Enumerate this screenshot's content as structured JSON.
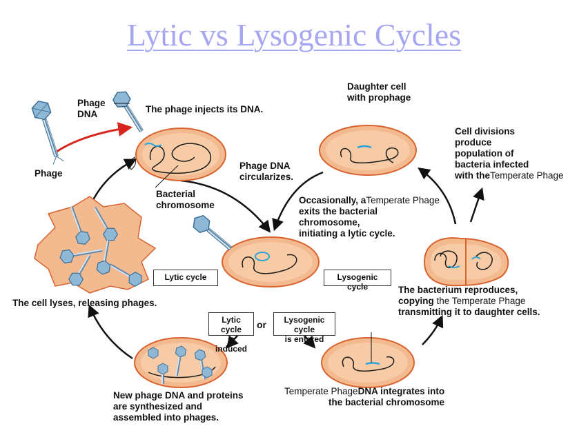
{
  "title": "Lytic vs Lysogenic Cycles",
  "labels": {
    "phage_dna": [
      "Phage",
      "DNA"
    ],
    "phage_injects": "The phage injects its DNA.",
    "phage": "Phage",
    "bacterial_chromosome": [
      "Bacterial",
      "chromosome"
    ],
    "phage_dna_circularizes": [
      "Phage DNA",
      "circularizes."
    ],
    "daughter_cell": [
      "Daughter cell",
      "with prophage"
    ],
    "cell_divisions": [
      "Cell divisions",
      "produce",
      "population of",
      "bacteria infected"
    ],
    "cell_divisions_last_bold": "with the",
    "cell_divisions_last_thin": "Temperate Phage",
    "occasionally_bold": "Occasionally, a",
    "occasionally_thin": "Temperate Phage",
    "occasionally_rest": [
      "exits the bacterial",
      "chromosome,",
      "initiating a lytic cycle."
    ],
    "cell_lyses": "The cell lyses, releasing phages.",
    "bacterium_reproduces": "The bacterium reproduces,",
    "copying_bold": "copying",
    "copying_thin": "the Temperate Phage",
    "transmitting": "transmitting it to daughter cells.",
    "or": "or",
    "new_phage": [
      "New phage DNA and proteins",
      "are synthesized and",
      "assembled into phages."
    ],
    "integrates_thin": "Temperate Phage",
    "integrates_bold": "DNA integrates into",
    "integrates_rest": "the bacterial chromosome"
  },
  "boxes": {
    "lytic_cycle": "Lytic cycle",
    "lysogenic_cycle": "Lysogenic cycle",
    "lytic_induced": [
      "Lytic cycle",
      "is induced"
    ],
    "lysogenic_entered": [
      "Lysogenic cycle",
      "is entered"
    ]
  },
  "colors": {
    "cell_fill": "#f3b98f",
    "cell_border": "#d9632f",
    "cell_inner": "#f6cba6",
    "chromosome": "#1a1a1a",
    "phage_dna": "#2aa6d8",
    "phage_body": "#8fb7d6",
    "arrow": "#111111",
    "red_arrow": "#d8261e",
    "title": "#a6a6f2"
  }
}
